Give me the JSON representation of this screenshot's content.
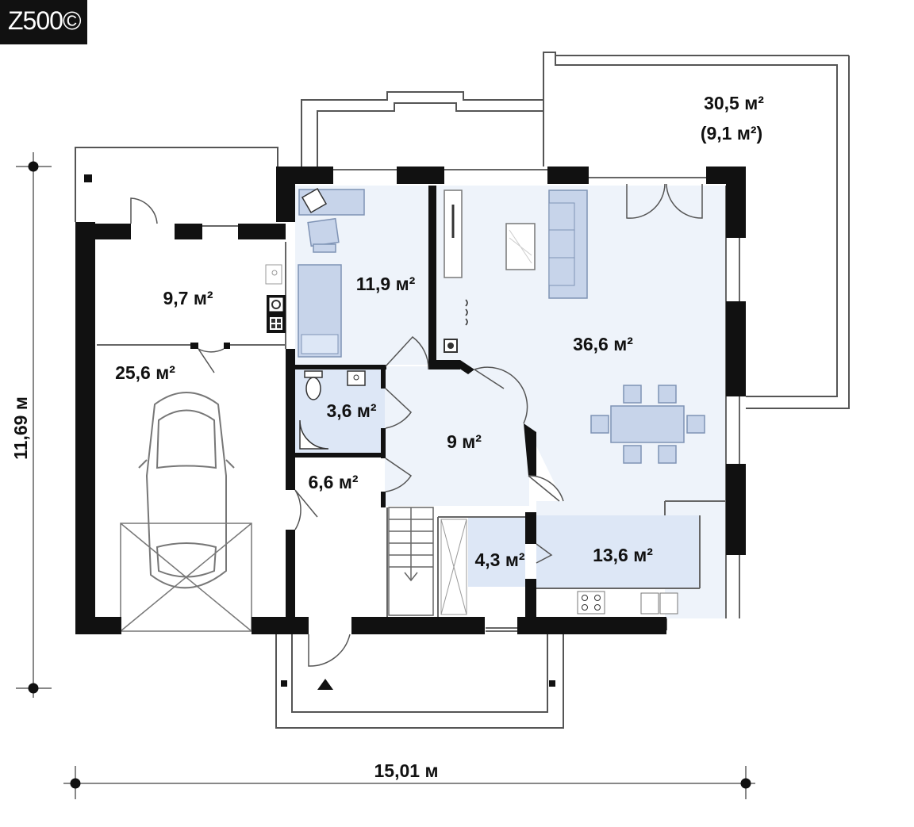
{
  "logo": {
    "text": "Z500©"
  },
  "colors": {
    "wall": "#111111",
    "outline": "#555555",
    "living_fill": "#eef3fa",
    "room_fill": "#dde7f6",
    "furniture": "#c7d4ea",
    "furniture_stroke": "#7f93b5"
  },
  "rooms": [
    {
      "id": "terrace",
      "area": "30,5 м²",
      "sub": "(9,1 м²)"
    },
    {
      "id": "living",
      "area": "36,6 м²"
    },
    {
      "id": "study",
      "area": "11,9 м²"
    },
    {
      "id": "utility",
      "area": "9,7 м²"
    },
    {
      "id": "garage",
      "area": "25,6 м²"
    },
    {
      "id": "bathroom",
      "area": "3,6 м²"
    },
    {
      "id": "hall",
      "area": "9 м²"
    },
    {
      "id": "vestibule",
      "area": "6,6 м²"
    },
    {
      "id": "pantry",
      "area": "4,3 м²"
    },
    {
      "id": "kitchen",
      "area": "13,6 м²"
    }
  ],
  "dimensions": {
    "height": "11,69 м",
    "width": "15,01 м"
  },
  "icons": [
    "entrance-arrow-icon",
    "car-icon",
    "toilet-icon",
    "shower-icon",
    "stove-icon",
    "sink-icon",
    "desk-icon",
    "bed-icon",
    "sofa-icon",
    "dining-table-icon",
    "fireplace-icon",
    "boiler-icon"
  ]
}
